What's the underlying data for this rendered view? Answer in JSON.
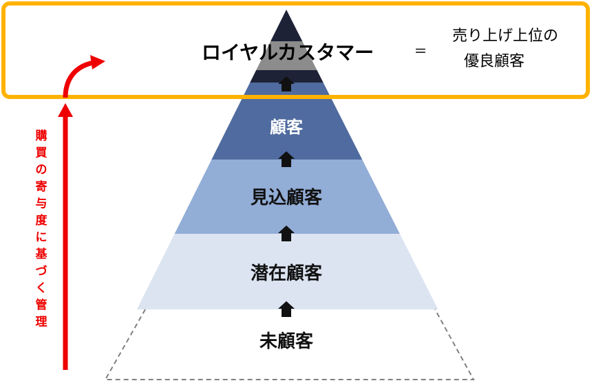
{
  "top_tier": {
    "label": "ロイヤルカスタマー",
    "equals": "=",
    "definition_line1": "売り上げ上位の",
    "definition_line2": "優良顧客"
  },
  "tiers": [
    {
      "label": "顧客",
      "color": "#4F6B9F"
    },
    {
      "label": "見込顧客",
      "color": "#92ADD6"
    },
    {
      "label": "潜在顧客",
      "color": "#DCE4F1"
    },
    {
      "label": "未顧客",
      "color": "#FFFFFF"
    }
  ],
  "apex": {
    "color_dark": "#1D2236",
    "color_gray": "#8C8C8C",
    "color_band": "#4F6B9F"
  },
  "highlight_box_color": "#FFB200",
  "side_axis": {
    "label": "購買の寄与度に基づく管理",
    "color": "#EE0000"
  },
  "level_arrow_color": "#111111"
}
